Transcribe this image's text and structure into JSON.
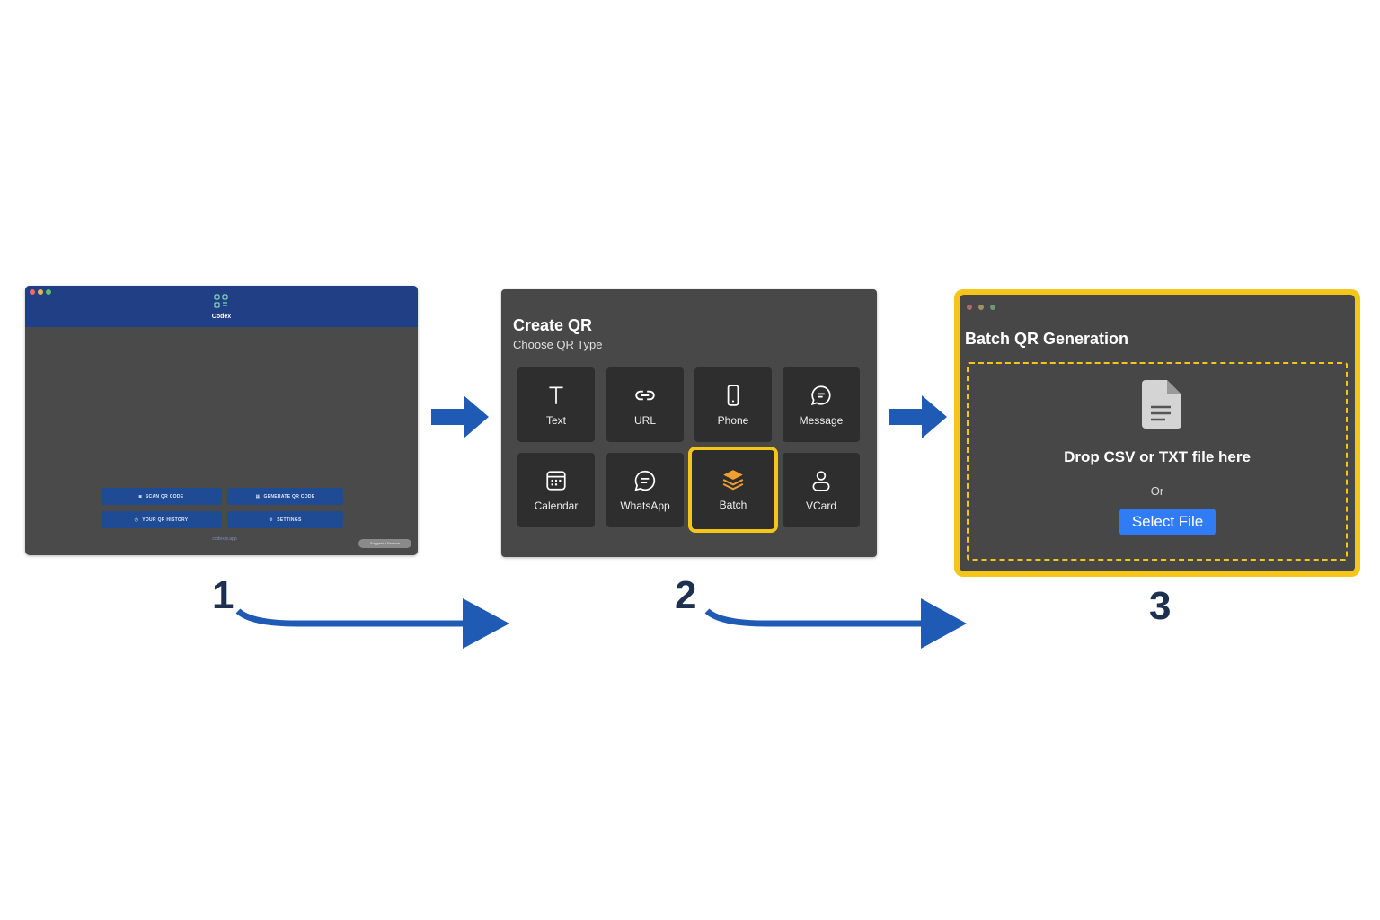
{
  "step1": {
    "app_name": "Codex",
    "buttons": [
      "SCAN QR CODE",
      "GENERATE QR CODE",
      "YOUR QR HISTORY",
      "SETTINGS"
    ],
    "footer_link": "codexqr.app",
    "suggest_button": "Suggest a Feature"
  },
  "step2": {
    "title": "Create QR",
    "subtitle": "Choose QR Type",
    "types": [
      "Text",
      "URL",
      "Phone",
      "Message",
      "Calendar",
      "WhatsApp",
      "Batch",
      "VCard"
    ],
    "selected": "Batch"
  },
  "step3": {
    "title": "Batch QR Generation",
    "drop_text": "Drop CSV or TXT file here",
    "or_text": "Or",
    "select_button": "Select File"
  },
  "step_numbers": [
    "1",
    "2",
    "3"
  ],
  "colors": {
    "arrow": "#1f5bb5",
    "highlight": "#f5c518",
    "header": "#213f84",
    "select_button": "#2f7cf6",
    "batch_icon": "#f0a030"
  }
}
